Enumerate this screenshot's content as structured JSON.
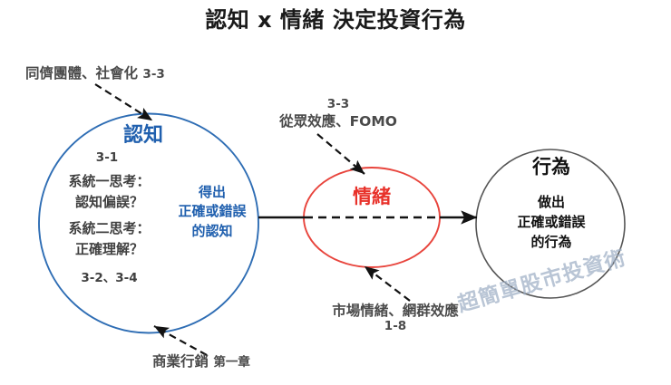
{
  "title": "認知 x 情緒 決定投資行為",
  "cognition": {
    "heading": "認知",
    "ref_top": "3-1",
    "body_line1": "系統一思考：",
    "body_line2": "認知偏誤？",
    "body_line3": "系統二思考：",
    "body_line4": "正確理解？",
    "ref_bottom": "3-2、3-4",
    "output_line1": "得出",
    "output_line2": "正確或錯誤",
    "output_line3": "的認知",
    "color": "#1F5FAE"
  },
  "emotion": {
    "heading": "情緒",
    "color": "#E8312A"
  },
  "behaviour": {
    "heading": "行為",
    "body_line1": "做出",
    "body_line2": "正確或錯誤",
    "body_line3": "的行為",
    "color": "#111111"
  },
  "annotations": {
    "peer": "同儕團體、社會化",
    "peer_ref": "3-3",
    "herd_ref": "3-3",
    "herd": "從眾效應、FOMO",
    "market": "市場情緒、網群效應",
    "market_ref": "1-8",
    "marketing": "商業行銷",
    "marketing_ref": "第一章"
  },
  "watermark": "超簡單股市投資術"
}
